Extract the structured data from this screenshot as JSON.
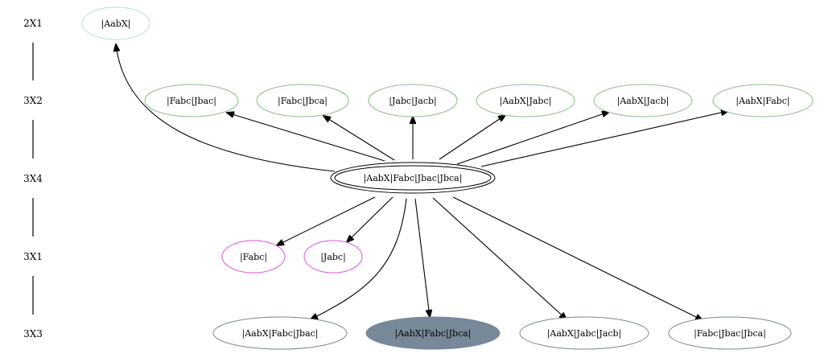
{
  "ranks": [
    {
      "id": "r1",
      "label": "2X1"
    },
    {
      "id": "r2",
      "label": "3X2"
    },
    {
      "id": "r3",
      "label": "3X4"
    },
    {
      "id": "r4",
      "label": "3X1"
    },
    {
      "id": "r5",
      "label": "3X3"
    }
  ],
  "nodes": [
    {
      "id": "n_aabx",
      "label": "|AabX|",
      "color": "#b0e0e0",
      "fill": null,
      "double": false
    },
    {
      "id": "n_fabc_jbac",
      "label": "|Fabc|Jbac|",
      "color": "#8fbc8f",
      "fill": null,
      "double": false
    },
    {
      "id": "n_fabc_jbca",
      "label": "|Fabc|Jbca|",
      "color": "#8fbc8f",
      "fill": null,
      "double": false
    },
    {
      "id": "n_jabc_jacb",
      "label": "|Jabc|Jacb|",
      "color": "#8fbc8f",
      "fill": null,
      "double": false
    },
    {
      "id": "n_aabx_jabc",
      "label": "|AabX|Jabc|",
      "color": "#8fbc8f",
      "fill": null,
      "double": false
    },
    {
      "id": "n_aabx_jacb",
      "label": "|AabX|Jacb|",
      "color": "#8fbc8f",
      "fill": null,
      "double": false
    },
    {
      "id": "n_aabx_fabc",
      "label": "|AabX|Fabc|",
      "color": "#8fbc8f",
      "fill": null,
      "double": false
    },
    {
      "id": "n_center",
      "label": "|AabX|Fabc|Jbac|Jbca|",
      "color": "#000000",
      "fill": null,
      "double": true
    },
    {
      "id": "n_fabc",
      "label": "|Fabc|",
      "color": "#dd55dd",
      "fill": null,
      "double": false
    },
    {
      "id": "n_jabc",
      "label": "|Jabc|",
      "color": "#dd55dd",
      "fill": null,
      "double": false
    },
    {
      "id": "n_aabx_fabc_jbac",
      "label": "|AabX|Fabc|Jbac|",
      "color": "#778899",
      "fill": null,
      "double": false
    },
    {
      "id": "n_aabx_fabc_jbca",
      "label": "|AabX|Fabc|Jbca|",
      "color": "#778899",
      "fill": "#778899",
      "double": false
    },
    {
      "id": "n_aabx_jabc_jacb",
      "label": "|AabX|Jabc|Jacb|",
      "color": "#778899",
      "fill": null,
      "double": false
    },
    {
      "id": "n_fabc_jbac_jbca",
      "label": "|Fabc|Jbac|Jbca|",
      "color": "#778899",
      "fill": null,
      "double": false
    }
  ],
  "edges": [
    {
      "from": "n_center",
      "to": "n_aabx"
    },
    {
      "from": "n_center",
      "to": "n_fabc_jbac"
    },
    {
      "from": "n_center",
      "to": "n_fabc_jbca"
    },
    {
      "from": "n_center",
      "to": "n_jabc_jacb"
    },
    {
      "from": "n_center",
      "to": "n_aabx_jabc"
    },
    {
      "from": "n_center",
      "to": "n_aabx_jacb"
    },
    {
      "from": "n_center",
      "to": "n_aabx_fabc"
    },
    {
      "from": "n_center",
      "to": "n_fabc"
    },
    {
      "from": "n_center",
      "to": "n_jabc"
    },
    {
      "from": "n_center",
      "to": "n_aabx_fabc_jbac"
    },
    {
      "from": "n_center",
      "to": "n_aabx_fabc_jbca"
    },
    {
      "from": "n_center",
      "to": "n_aabx_jabc_jacb"
    },
    {
      "from": "n_center",
      "to": "n_fabc_jbac_jbca"
    }
  ]
}
